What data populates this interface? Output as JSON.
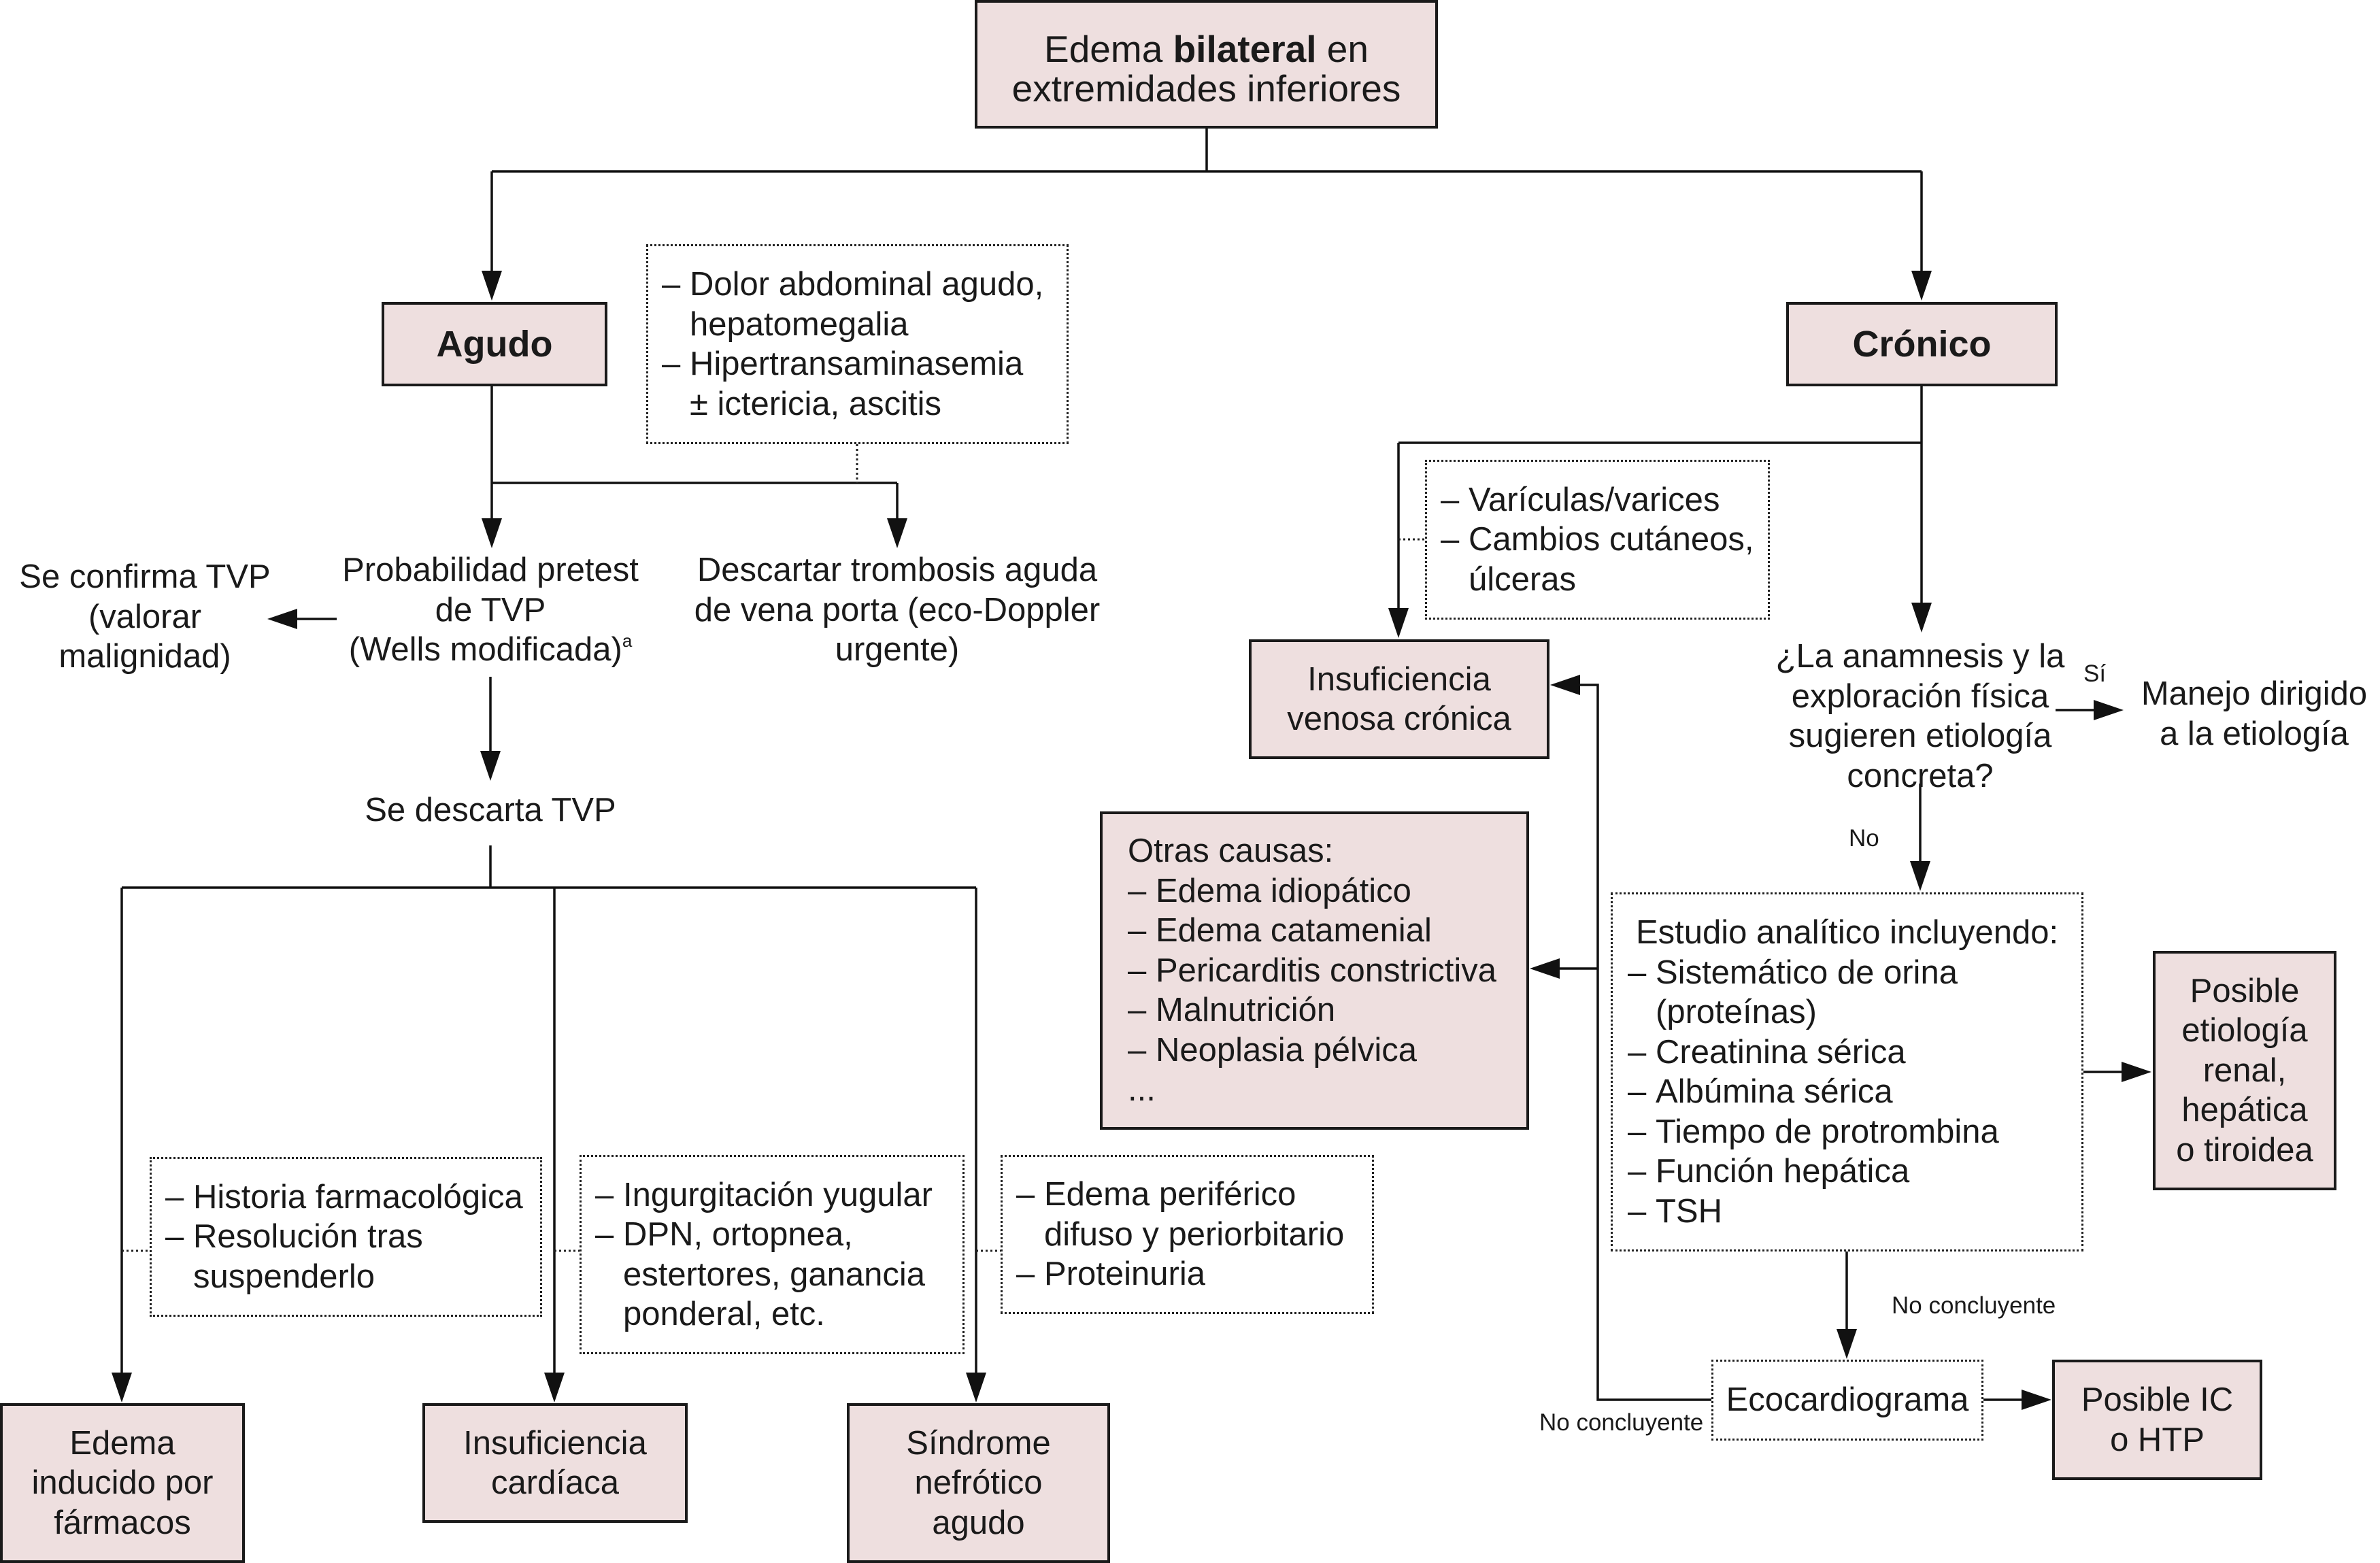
{
  "bullet": "–",
  "root": {
    "line1": {
      "pre": "Edema ",
      "bold": "bilateral",
      "post": " en"
    },
    "line2": "extremidades inferiores"
  },
  "acute": {
    "label": "Agudo",
    "clues": [
      [
        "Dolor abdominal agudo,",
        "hepatomegalia"
      ],
      [
        "Hipertransaminasemia",
        "± ictericia, ascitis"
      ]
    ],
    "pretest": {
      "lines": [
        "Probabilidad pretest",
        "de TVP",
        "(Wells modificada)"
      ],
      "footnote_mark": "a"
    },
    "portal_vein": [
      "Descartar trombosis aguda",
      "de vena porta (eco-Doppler",
      "urgente)"
    ],
    "dvt_confirmed": [
      "Se confirma TVP",
      "(valorar",
      "malignidad)"
    ],
    "dvt_ruled_out": "Se descarta TVP",
    "branches": [
      {
        "clues": [
          [
            "Historia farmacológica"
          ],
          [
            "Resolución tras",
            "suspenderlo"
          ]
        ],
        "result": [
          "Edema",
          "inducido por",
          "fármacos"
        ]
      },
      {
        "clues": [
          [
            "Ingurgitación yugular"
          ],
          [
            "DPN, ortopnea,",
            "estertores, ganancia",
            "ponderal, etc."
          ]
        ],
        "result": [
          "Insuficiencia",
          "cardíaca"
        ]
      },
      {
        "clues": [
          [
            "Edema periférico",
            "difuso y periorbitario"
          ],
          [
            "Proteinuria"
          ]
        ],
        "result": [
          "Síndrome",
          "nefrótico",
          "agudo"
        ]
      }
    ]
  },
  "chronic": {
    "label": "Crónico",
    "venous_clues": [
      [
        "Varículas/varices"
      ],
      [
        "Cambios cutáneos,",
        "úlceras"
      ]
    ],
    "venous_result": [
      "Insuficiencia",
      "venosa crónica"
    ],
    "question": [
      "¿La anamnesis y la",
      "exploración física",
      "sugieren etiología",
      "concreta?"
    ],
    "yes_label": "Sí",
    "yes_result": [
      "Manejo dirigido",
      "a la etiología"
    ],
    "no_label": "No",
    "workup": {
      "header": "Estudio analítico incluyendo:",
      "items": [
        [
          "Sistemático de orina",
          "(proteínas)"
        ],
        [
          "Creatinina sérica"
        ],
        [
          "Albúmina sérica"
        ],
        [
          "Tiempo de protrombina"
        ],
        [
          "Función hepática"
        ],
        [
          "TSH"
        ]
      ]
    },
    "workup_result": [
      "Posible",
      "etiología",
      "renal,",
      "hepática",
      "o tiroidea"
    ],
    "workup_inconclusive_label": "No concluyente",
    "other_causes": {
      "header": "Otras causas:",
      "items": [
        "Edema idiopático",
        "Edema catamenial",
        "Pericarditis constrictiva",
        "Malnutrición",
        "Neoplasia pélvica"
      ],
      "more": "..."
    },
    "echo": "Ecocardiograma",
    "echo_result": [
      "Posible IC",
      "o HTP"
    ],
    "echo_inconclusive_label": "No concluyente"
  }
}
